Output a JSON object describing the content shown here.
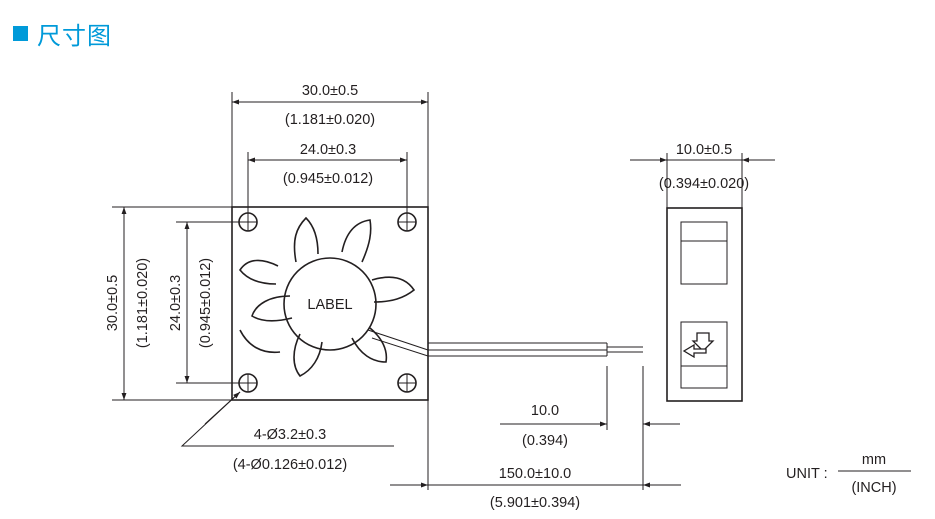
{
  "header": {
    "title": "尺寸图",
    "accent_color": "#009ad9"
  },
  "front_view": {
    "label_text": "LABEL",
    "width_mm": "30.0±0.5",
    "width_in": "(1.181±0.020)",
    "hole_pitch_mm": "24.0±0.3",
    "hole_pitch_in": "(0.945±0.012)",
    "height_mm": "30.0±0.5",
    "height_in": "(1.181±0.020)",
    "vert_pitch_mm": "24.0±0.3",
    "vert_pitch_in": "(0.945±0.012)",
    "hole_mm": "4-Ø3.2±0.3",
    "hole_in": "(4-Ø0.126±0.012)"
  },
  "side_view": {
    "thickness_mm": "10.0±0.5",
    "thickness_in": "(0.394±0.020)"
  },
  "cable": {
    "strip_mm": "10.0",
    "strip_in": "(0.394)",
    "length_mm": "150.0±10.0",
    "length_in": "(5.901±0.394)"
  },
  "units": {
    "prefix": "UNIT :",
    "primary": "mm",
    "secondary": "(INCH)"
  }
}
